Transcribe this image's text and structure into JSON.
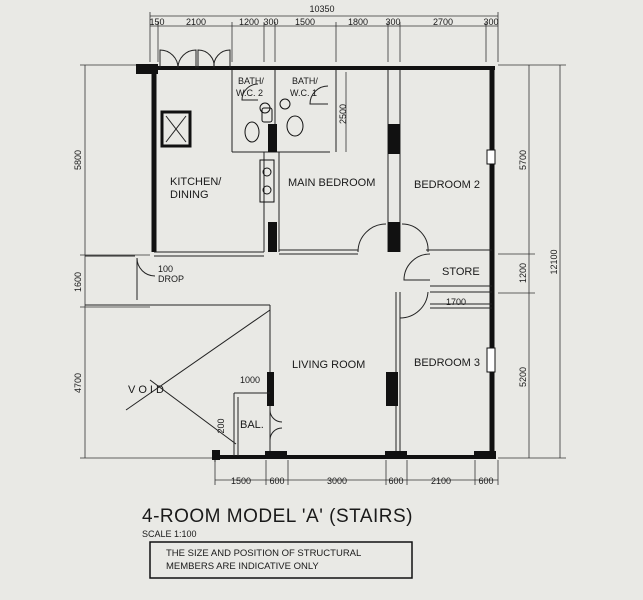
{
  "dimensions": {
    "top_total": "10350",
    "top_segments": [
      "150",
      "2100",
      "1200",
      "300",
      "1500",
      "1800",
      "300",
      "2700",
      "300"
    ],
    "bottom_segments": [
      "1500",
      "600",
      "3000",
      "600",
      "2100",
      "600"
    ],
    "left": [
      "5800",
      "1600",
      "4700"
    ],
    "right": [
      "5700",
      "1200",
      "5200"
    ],
    "right_total": "12100",
    "bath_depth": "2500",
    "store_width": "1700",
    "bal_width": "1000",
    "bal_depth": "200"
  },
  "rooms": {
    "bath2": "BATH/",
    "bath2_sub": "W.C. 2",
    "bath1": "BATH/",
    "bath1_sub": "W.C. 1",
    "kitchen": "KITCHEN/",
    "kitchen_sub": "DINING",
    "main_bedroom": "MAIN BEDROOM",
    "bedroom2": "BEDROOM 2",
    "store": "STORE",
    "living_room": "LIVING ROOM",
    "bedroom3": "BEDROOM 3",
    "void": "VOID",
    "balcony": "BAL.",
    "drop": "100",
    "drop_sub": "DROP"
  },
  "title": "4-ROOM MODEL 'A' (STAIRS)",
  "scale": "SCALE 1:100",
  "note_line1": "THE SIZE AND POSITION OF STRUCTURAL",
  "note_line2": "MEMBERS ARE INDICATIVE ONLY"
}
